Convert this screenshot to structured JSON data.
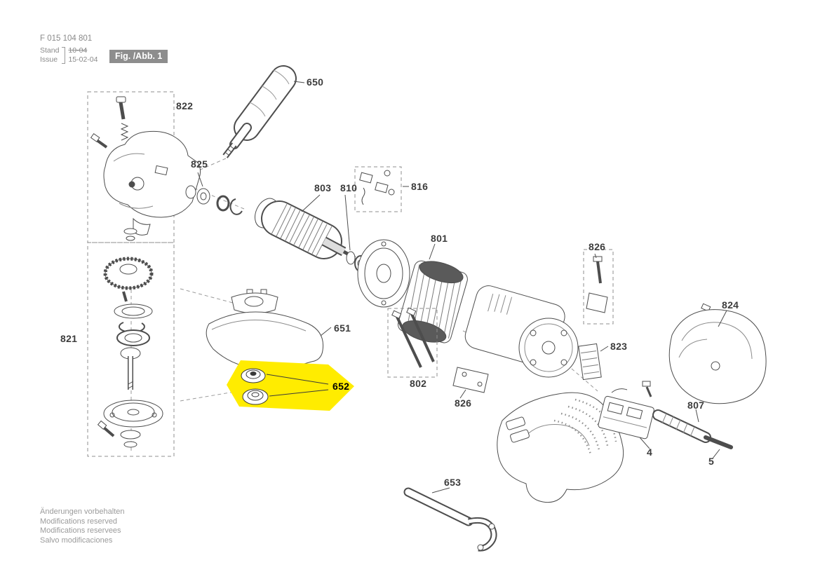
{
  "header": {
    "doc_number": "F 015 104 801",
    "stand_label": "Stand",
    "issue_label": "Issue",
    "stand_date": "10-04",
    "issue_date": "15-02-04",
    "fig_label": "Fig. /Abb. 1"
  },
  "highlight": {
    "color": "#ffec00",
    "highlighted_part": "652"
  },
  "part_labels": [
    "650",
    "822",
    "825",
    "803",
    "810",
    "816",
    "801",
    "826",
    "824",
    "821",
    "651",
    "652",
    "802",
    "826",
    "823",
    "807",
    "4",
    "5",
    "653"
  ],
  "footer": {
    "lines": [
      "Änderungen vorbehalten",
      "Modifications reserved",
      "Modifications reservees",
      "Salvo modificaciones"
    ]
  }
}
